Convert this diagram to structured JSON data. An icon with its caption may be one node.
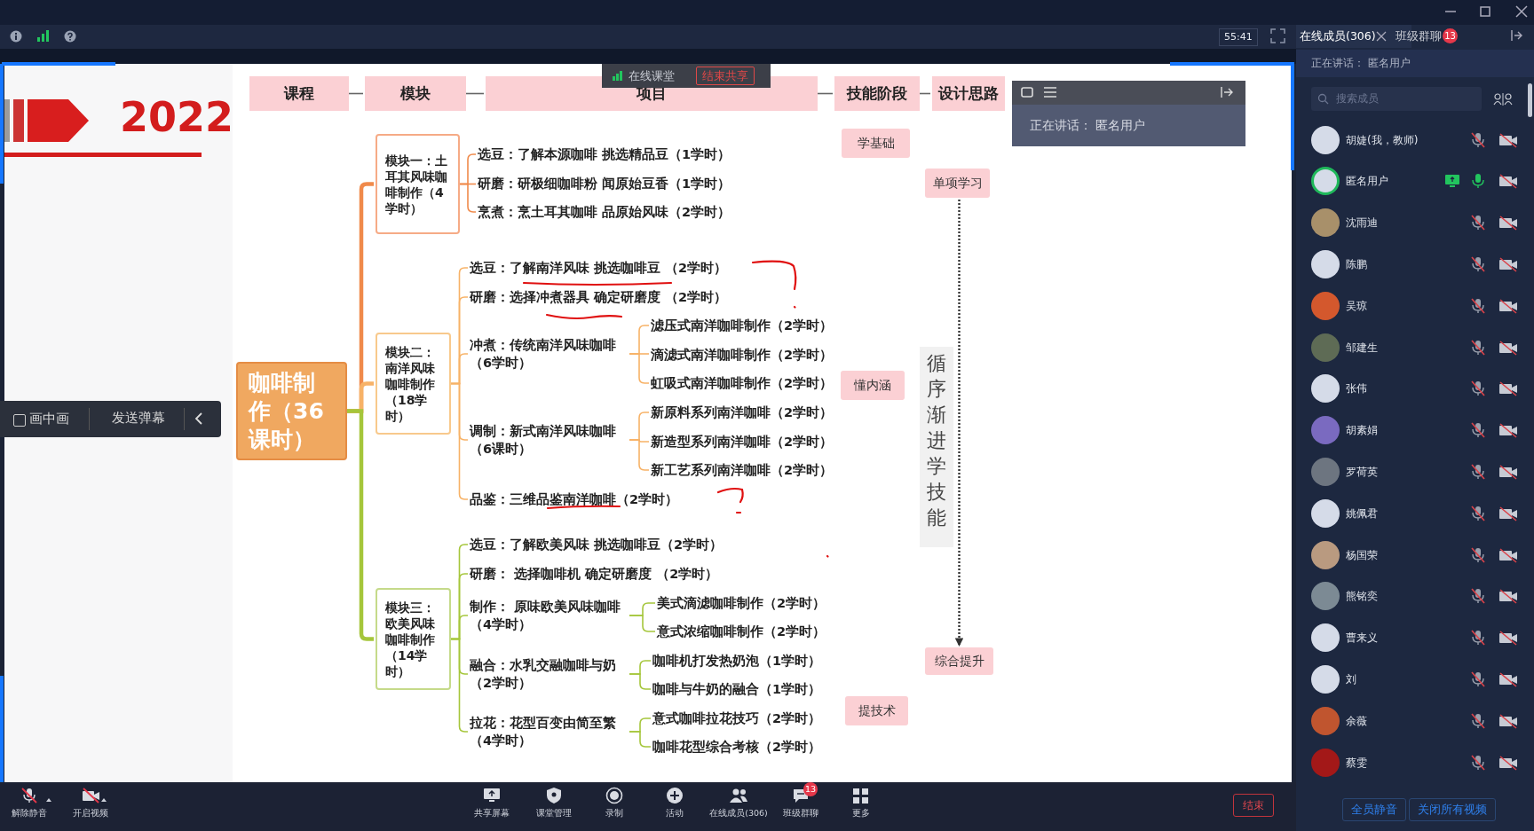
{
  "diagram": {
    "nodes": [
      {
        "text": [
          "课程"
        ]
      },
      {
        "text": [
          "模块"
        ]
      },
      {
        "text": [
          "项目"
        ]
      },
      {
        "text": [
          "技能阶段"
        ]
      },
      {
        "text": [
          "设计思路"
        ]
      },
      {
        "text": [
          "咖啡制作（36课时）"
        ]
      },
      {
        "text": [
          "模块一：土耳其风味咖啡制作（4学时）"
        ]
      },
      {
        "text": [
          "选豆：了解本源咖啡 挑选精品豆（1学时）"
        ]
      },
      {
        "text": [
          "研磨：研极细咖啡粉 闻原始豆香（1学时）"
        ]
      },
      {
        "text": [
          "烹煮：烹土耳其咖啡 品原始风味（2学时）"
        ]
      },
      {
        "text": [
          "模块二：南洋风味咖啡制作（18学时）"
        ]
      },
      {
        "text": [
          "选豆：了解南洋风味 挑选咖啡豆 （2学时）"
        ]
      },
      {
        "text": [
          "研磨：选择冲煮器具 确定研磨度 （2学时）"
        ]
      },
      {
        "text": [
          "冲煮：传统南洋风味咖啡（6学时）"
        ]
      },
      {
        "text": [
          "滤压式南洋咖啡制作（2学时）"
        ]
      },
      {
        "text": [
          "滴滤式南洋咖啡制作（2学时）"
        ]
      },
      {
        "text": [
          "虹吸式南洋咖啡制作（2学时）"
        ]
      },
      {
        "text": [
          "调制：新式南洋风味咖啡（6课时）"
        ]
      },
      {
        "text": [
          "新原料系列南洋咖啡（2学时）"
        ]
      },
      {
        "text": [
          "新造型系列南洋咖啡（2学时）"
        ]
      },
      {
        "text": [
          "新工艺系列南洋咖啡（2学时）"
        ]
      },
      {
        "text": [
          "品鉴：三维品鉴南洋咖啡（2学时）"
        ]
      },
      {
        "text": [
          "模块三：欧美风味咖啡制作（14学时）"
        ]
      },
      {
        "text": [
          "选豆：了解欧美风味 挑选咖啡豆（2学时）"
        ]
      },
      {
        "text": [
          "研磨： 选择咖啡机 确定研磨度 （2学时）"
        ]
      },
      {
        "text": [
          "制作： 原味欧美风味咖啡（4学时）"
        ]
      },
      {
        "text": [
          "美式滴滤咖啡制作（2学时）"
        ]
      },
      {
        "text": [
          "意式浓缩咖啡制作（2学时）"
        ]
      },
      {
        "text": [
          "融合：水乳交融咖啡与奶（2学时）"
        ]
      },
      {
        "text": [
          "咖啡机打发热奶泡（1学时）"
        ]
      },
      {
        "text": [
          "咖啡与牛奶的融合（1学时）"
        ]
      },
      {
        "text": [
          "拉花：花型百变由简至繁（4学时）"
        ]
      },
      {
        "text": [
          "意式咖啡拉花技巧（2学时）"
        ]
      },
      {
        "text": [
          "咖啡花型综合考核（2学时）"
        ]
      },
      {
        "text": [
          "学基础"
        ]
      },
      {
        "text": [
          "懂内涵"
        ]
      },
      {
        "text": [
          "提技术"
        ]
      },
      {
        "text": [
          "单项学习"
        ]
      },
      {
        "text": [
          "综合提升"
        ]
      },
      {
        "text": [
          "循序渐进学技能"
        ]
      }
    ],
    "edges": [
      {
        "from": 0,
        "to": 1,
        "arrow": "none",
        "color": "#666666"
      },
      {
        "from": 1,
        "to": 2,
        "arrow": "none",
        "color": "#666666"
      },
      {
        "from": 2,
        "to": 3,
        "arrow": "none",
        "color": "#666666"
      },
      {
        "from": 3,
        "to": 4,
        "arrow": "none",
        "color": "#666666"
      },
      {
        "from": 5,
        "to": 6,
        "arrow": "none",
        "style": "thick",
        "color": "#f08a4b"
      },
      {
        "from": 5,
        "to": 10,
        "arrow": "none",
        "style": "thick",
        "color": "#f7b267"
      },
      {
        "from": 5,
        "to": 22,
        "arrow": "none",
        "style": "thick",
        "color": "#a5c63b"
      },
      {
        "from": 6,
        "to": 7,
        "arrow": "none",
        "color": "#f08a4b"
      },
      {
        "from": 6,
        "to": 8,
        "arrow": "none",
        "color": "#f08a4b"
      },
      {
        "from": 6,
        "to": 9,
        "arrow": "none",
        "color": "#f08a4b"
      },
      {
        "from": 10,
        "to": 11,
        "arrow": "none",
        "color": "#f7b267"
      },
      {
        "from": 10,
        "to": 12,
        "arrow": "none",
        "color": "#f7b267"
      },
      {
        "from": 10,
        "to": 13,
        "arrow": "none",
        "color": "#f7b267"
      },
      {
        "from": 10,
        "to": 17,
        "arrow": "none",
        "color": "#f7b267"
      },
      {
        "from": 10,
        "to": 21,
        "arrow": "none",
        "color": "#f7b267"
      },
      {
        "from": 13,
        "to": 14,
        "arrow": "none",
        "color": "#f7b267"
      },
      {
        "from": 13,
        "to": 15,
        "arrow": "none",
        "color": "#f7b267"
      },
      {
        "from": 13,
        "to": 16,
        "arrow": "none",
        "color": "#f7b267"
      },
      {
        "from": 17,
        "to": 18,
        "arrow": "none",
        "color": "#f7b267"
      },
      {
        "from": 17,
        "to": 19,
        "arrow": "none",
        "color": "#f7b267"
      },
      {
        "from": 17,
        "to": 20,
        "arrow": "none",
        "color": "#f7b267"
      },
      {
        "from": 22,
        "to": 23,
        "arrow": "none",
        "color": "#a5c63b"
      },
      {
        "from": 22,
        "to": 24,
        "arrow": "none",
        "color": "#a5c63b"
      },
      {
        "from": 22,
        "to": 25,
        "arrow": "none",
        "color": "#a5c63b"
      },
      {
        "from": 22,
        "to": 28,
        "arrow": "none",
        "color": "#a5c63b"
      },
      {
        "from": 22,
        "to": 31,
        "arrow": "none",
        "color": "#a5c63b"
      },
      {
        "from": 25,
        "to": 26,
        "arrow": "none",
        "color": "#a5c63b"
      },
      {
        "from": 25,
        "to": 27,
        "arrow": "none",
        "color": "#a5c63b"
      },
      {
        "from": 28,
        "to": 29,
        "arrow": "none",
        "color": "#a5c63b"
      },
      {
        "from": 28,
        "to": 30,
        "arrow": "none",
        "color": "#a5c63b"
      },
      {
        "from": 31,
        "to": 32,
        "arrow": "none",
        "color": "#a5c63b"
      },
      {
        "from": 31,
        "to": 33,
        "arrow": "none",
        "color": "#a5c63b"
      },
      {
        "from": 37,
        "to": 38,
        "arrow": "to",
        "style": "dashed",
        "color": "#333333"
      }
    ],
    "labels": [
      "55:41",
      "在线课堂",
      "结束共享",
      "2022",
      "正在讲话： 匿名用户",
      "画中画",
      "发送弹幕",
      "在线成员(306)",
      "班级群聊",
      "13",
      "正在讲话： 匿名用户",
      "搜索成员",
      "胡婕(我，教师)",
      "匿名用户",
      "沈雨迪",
      "陈鹏",
      "吴琼",
      "邹建生",
      "张伟",
      "胡素娟",
      "罗荷英",
      "姚佩君",
      "杨国荣",
      "熊铭奕",
      "曹来义",
      "刘",
      "余薇",
      "蔡雯",
      "解除静音",
      "开启视频",
      "共享屏幕",
      "课堂管理",
      "录制",
      "活动",
      "在线成员(306)",
      "13",
      "班级群聊",
      "更多",
      "结束",
      "全员静音",
      "关闭所有视频"
    ]
  }
}
